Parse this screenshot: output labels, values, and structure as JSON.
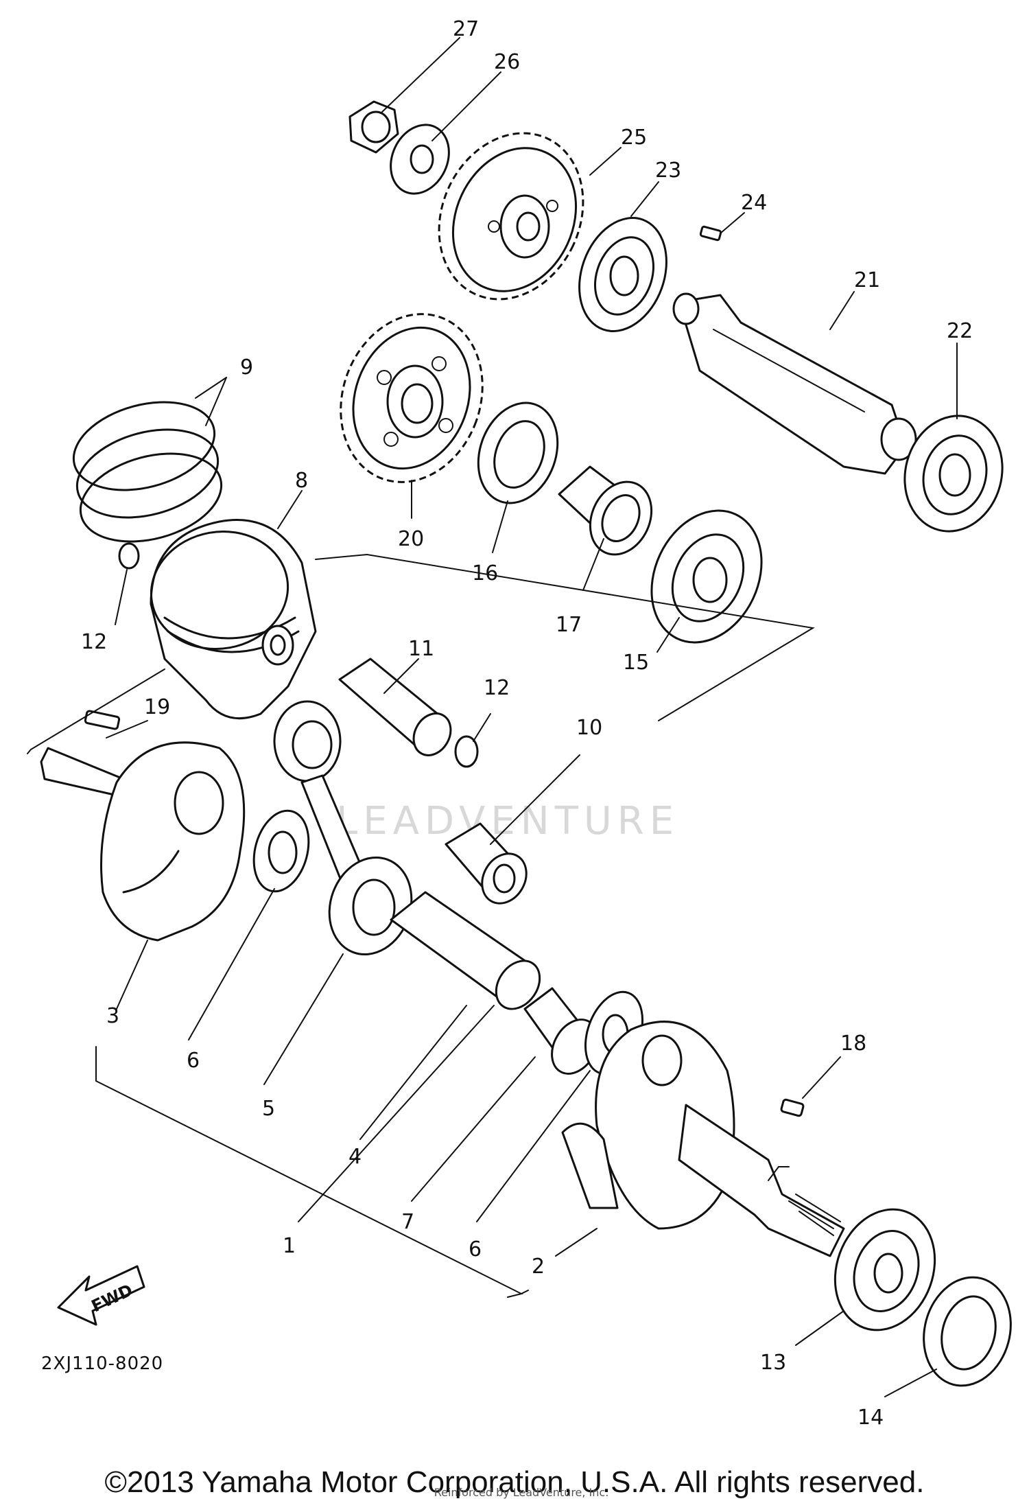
{
  "diagram": {
    "drawing_code": "2XJ110-8020",
    "fwd_label": "FWD",
    "watermark": "LEADVENTURE",
    "callouts": [
      "1",
      "2",
      "3",
      "4",
      "5",
      "6",
      "6",
      "7",
      "8",
      "9",
      "10",
      "11",
      "12",
      "12",
      "13",
      "14",
      "15",
      "16",
      "17",
      "18",
      "19",
      "20",
      "21",
      "22",
      "23",
      "24",
      "25",
      "26",
      "27"
    ]
  },
  "footer": {
    "copyright": "©2013 Yamaha Motor Corporation, U.S.A. All rights reserved.",
    "credit": "Reinforced by LeadVenture, Inc."
  }
}
